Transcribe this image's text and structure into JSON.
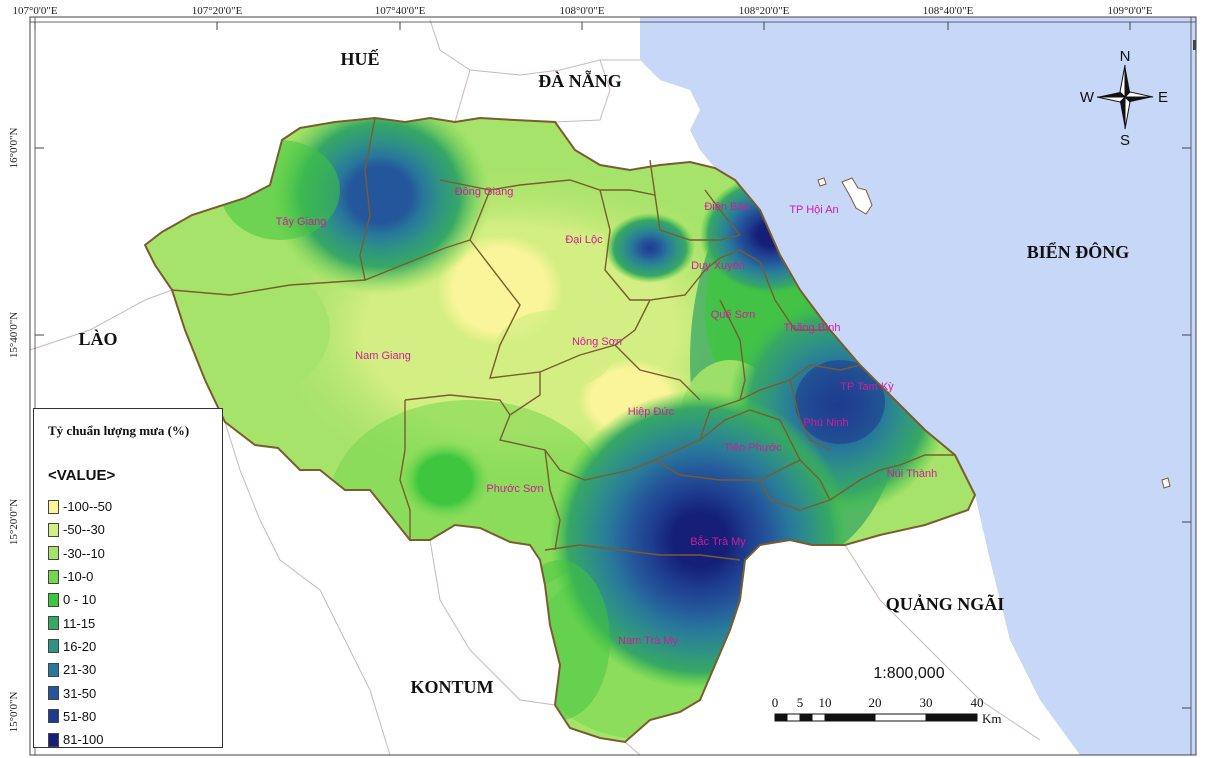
{
  "longitude_ticks": [
    "107°0'0\"E",
    "107°20'0\"E",
    "107°40'0\"E",
    "108°0'0\"E",
    "108°20'0\"E",
    "108°40'0\"E",
    "109°0'0\"E"
  ],
  "latitude_ticks": [
    "16°0'0\"N",
    "15°40'0\"N",
    "15°20'0\"N",
    "15°0'0\"N"
  ],
  "regions": {
    "hue": "HUẾ",
    "da_nang": "ĐÀ NẴNG",
    "bien_dong": "BIỂN ĐÔNG",
    "lao": "LÀO",
    "quang_ngai": "QUẢNG NGÃI",
    "kontum": "KONTUM"
  },
  "districts": {
    "tay_giang": "Tây Giang",
    "dong_giang": "Đông Giang",
    "dai_loc": "Đại Lộc",
    "dien_ban": "Điện Bàn",
    "hoi_an": "TP Hội An",
    "duy_xuyen": "Duy Xuyên",
    "que_son": "Quế Sơn",
    "thang_binh": "Thăng Bình",
    "nam_giang": "Nam Giang",
    "nong_son": "Nông Sơn",
    "tam_ky": "TP Tam Kỳ",
    "phu_ninh": "Phú Ninh",
    "hiep_duc": "Hiệp Đức",
    "tien_phuoc": "Tiên Phước",
    "nui_thanh": "Núi Thành",
    "phuoc_son": "Phước Sơn",
    "bac_tra_my": "Bắc Trà My",
    "nam_tra_my": "Nam Trà My"
  },
  "compass": {
    "n": "N",
    "s": "S",
    "e": "E",
    "w": "W"
  },
  "legend": {
    "title": "Tỷ chuẩn lượng mưa (%)",
    "field": "<VALUE>",
    "classes": [
      {
        "label": "-100--50",
        "color": "#faf59a"
      },
      {
        "label": "-50--30",
        "color": "#d3ee82"
      },
      {
        "label": "-30--10",
        "color": "#a6e36a"
      },
      {
        "label": "-10-0",
        "color": "#74d74f"
      },
      {
        "label": "0 - 10",
        "color": "#3fc63f"
      },
      {
        "label": "11-15",
        "color": "#37a864"
      },
      {
        "label": "16-20",
        "color": "#2f9383"
      },
      {
        "label": "21-30",
        "color": "#28789b"
      },
      {
        "label": "31-50",
        "color": "#24569b"
      },
      {
        "label": "51-80",
        "color": "#1e3c8e"
      },
      {
        "label": "81-100",
        "color": "#151f78"
      }
    ]
  },
  "scale": {
    "ratio": "1:800,000",
    "ticks": [
      "0",
      "5",
      "10",
      "20",
      "30",
      "40"
    ],
    "unit": "Km"
  },
  "colors": {
    "sea": "#c7d7f7",
    "neighbor": "#ffffff",
    "boundary": "#7a5c2e"
  }
}
